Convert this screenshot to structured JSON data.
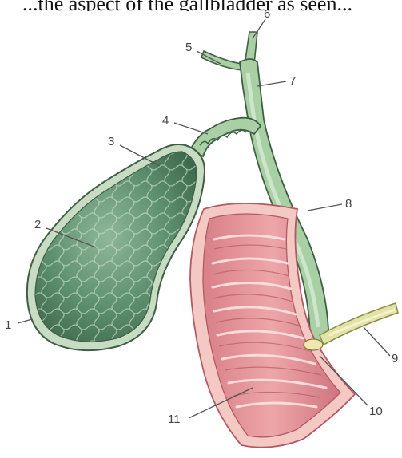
{
  "caption": "...the aspect of the gallbladder as seen...",
  "labels": [
    {
      "id": "1",
      "text": "1"
    },
    {
      "id": "2",
      "text": "2"
    },
    {
      "id": "3",
      "text": "3"
    },
    {
      "id": "4",
      "text": "4"
    },
    {
      "id": "5",
      "text": "5"
    },
    {
      "id": "6",
      "text": "6"
    },
    {
      "id": "7",
      "text": "7"
    },
    {
      "id": "8",
      "text": "8"
    },
    {
      "id": "9",
      "text": "9"
    },
    {
      "id": "10",
      "text": "10"
    },
    {
      "id": "11",
      "text": "11"
    }
  ],
  "colors": {
    "gallbladder_fill": "#5f9170",
    "gallbladder_dark": "#44724f",
    "wall": "#c8dcc4",
    "outline": "#3f5e45",
    "duct": "#a9cfa4",
    "duodenum": "#e59a9f",
    "duodenum_dark": "#c86e77",
    "duodenum_wall": "#f4c9c4",
    "pancreatic_duct": "#e2e4a6"
  }
}
